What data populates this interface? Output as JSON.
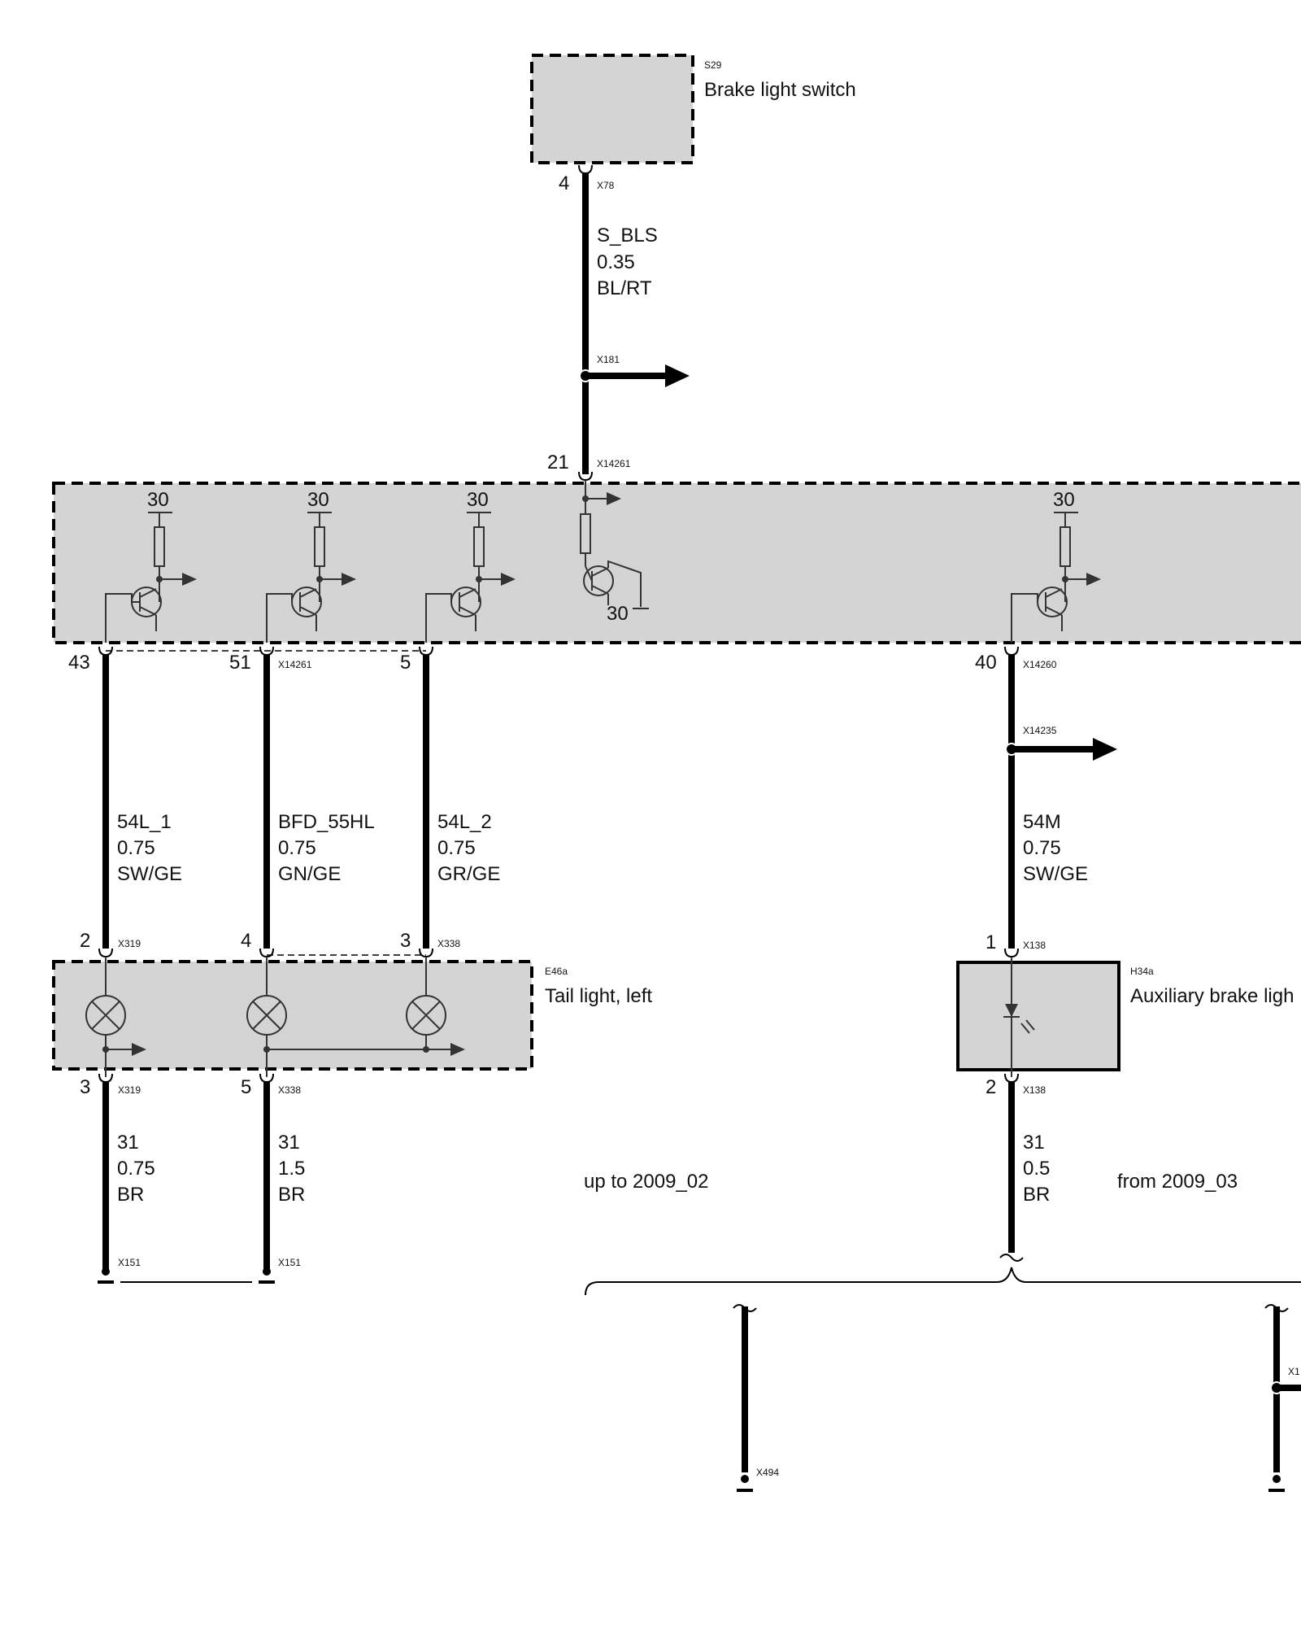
{
  "components": {
    "brake_switch": {
      "code": "S29",
      "name": "Brake light switch"
    },
    "tail_light": {
      "code": "E46a",
      "name": "Tail light, left"
    },
    "aux_brake": {
      "code": "H34a",
      "name": "Auxiliary brake ligh"
    }
  },
  "connectors": {
    "x78": "X78",
    "x181": "X181",
    "x14261_top": "X14261",
    "x14261_mid": "X14261",
    "x14260": "X14260",
    "x14235": "X14235",
    "x319_top": "X319",
    "x338_top": "X338",
    "x138_top": "X138",
    "x319_bot": "X319",
    "x338_bot": "X338",
    "x138_bot": "X138",
    "x151_a": "X151",
    "x151_b": "X151",
    "x494": "X494",
    "x_partial": "X1"
  },
  "pins": {
    "s29": "4",
    "ecu_in": "21",
    "ecu_43": "43",
    "ecu_51": "51",
    "ecu_5": "5",
    "ecu_40": "40",
    "tl_2": "2",
    "tl_4": "4",
    "tl_3": "3",
    "tl_3b": "3",
    "tl_5": "5",
    "h_1": "1",
    "h_2": "2"
  },
  "supply_label": "30",
  "wires": {
    "w_sbls": {
      "signal": "S_BLS",
      "size": "0.35",
      "color": "BL/RT"
    },
    "w_54l1": {
      "signal": "54L_1",
      "size": "0.75",
      "color": "SW/GE"
    },
    "w_bfd": {
      "signal": "BFD_55HL",
      "size": "0.75",
      "color": "GN/GE"
    },
    "w_54l2": {
      "signal": "54L_2",
      "size": "0.75",
      "color": "GR/GE"
    },
    "w_54m": {
      "signal": "54M",
      "size": "0.75",
      "color": "SW/GE"
    },
    "w_g1": {
      "signal": "31",
      "size": "0.75",
      "color": "BR"
    },
    "w_g2": {
      "signal": "31",
      "size": "1.5",
      "color": "BR"
    },
    "w_g3": {
      "signal": "31",
      "size": "0.5",
      "color": "BR"
    }
  },
  "notes": {
    "up_to": "up to 2009_02",
    "from": "from 2009_03"
  }
}
